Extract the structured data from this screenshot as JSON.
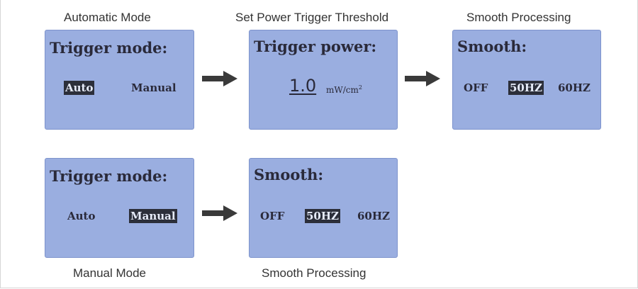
{
  "captions": {
    "auto_mode": "Automatic Mode",
    "set_threshold": "Set Power Trigger Threshold",
    "smooth_top": "Smooth Processing",
    "manual_mode": "Manual Mode",
    "smooth_bottom": "Smooth Processing"
  },
  "screens": {
    "auto_trigger": {
      "title": "Trigger mode:",
      "options": [
        "Auto",
        "Manual"
      ],
      "selected": "Auto"
    },
    "trigger_power": {
      "title": "Trigger power:",
      "value": "1.0",
      "unit": "mW/cm",
      "unit_exp": "2"
    },
    "smooth_top": {
      "title": "Smooth:",
      "options": [
        "OFF",
        "50HZ",
        "60HZ"
      ],
      "selected": "50HZ"
    },
    "manual_trigger": {
      "title": "Trigger mode:",
      "options": [
        "Auto",
        "Manual"
      ],
      "selected": "Manual"
    },
    "smooth_bottom": {
      "title": "Smooth:",
      "options": [
        "OFF",
        "50HZ",
        "60HZ"
      ],
      "selected": "50HZ"
    }
  },
  "colors": {
    "screen_bg": "#9aaee0",
    "text": "#2a2a3a",
    "highlight": "#2c2f3a",
    "arrow": "#3a3a3a"
  }
}
